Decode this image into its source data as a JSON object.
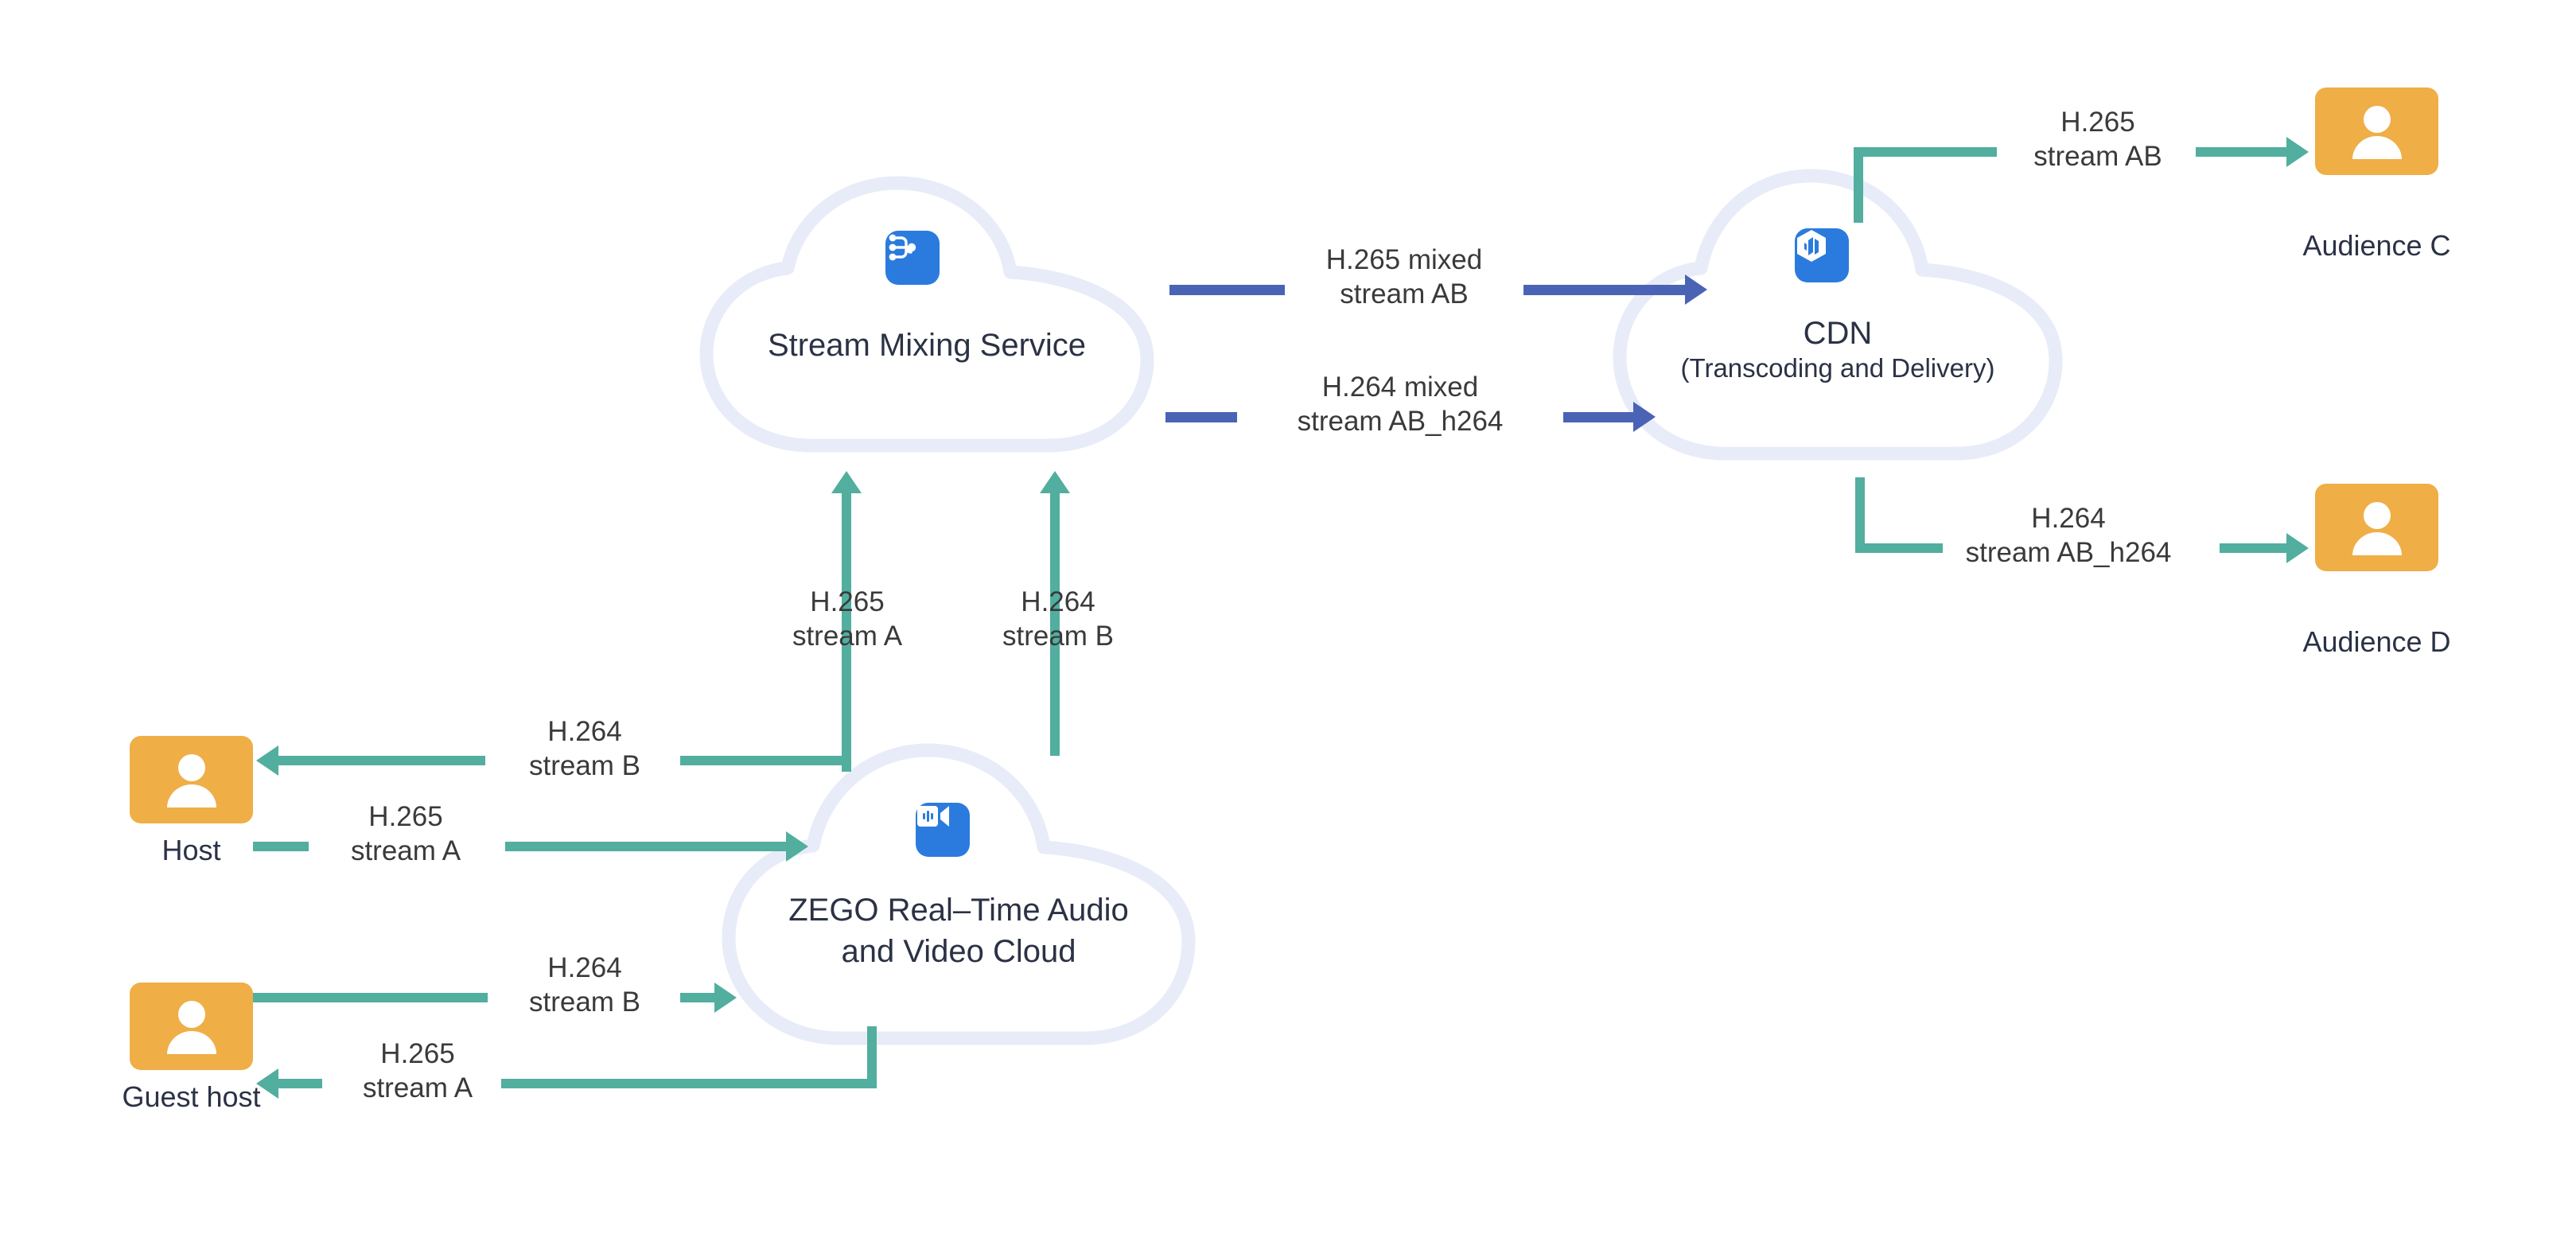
{
  "diagram": {
    "title": "ZEGO stream mixing and CDN delivery topology",
    "colors": {
      "teal_arrow": "#52ae9e",
      "blue_arrow": "#4a63b5",
      "user_tile": "#efae46",
      "cloud_stroke": "#e8ecf8",
      "service_icon": "#2b7bde",
      "text": "#2b3245",
      "background": "#ffffff"
    }
  },
  "nodes": {
    "stream_mixing": {
      "label": "Stream Mixing Service",
      "icon": "stream-mixing-icon"
    },
    "cdn": {
      "label": "CDN\n(Transcoding and Delivery)",
      "label_line1": "CDN",
      "label_line2": "(Transcoding and Delivery)",
      "icon": "cdn-cube-icon"
    },
    "zego": {
      "label": "ZEGO Real–Time Audio\nand Video Cloud",
      "label_line1": "ZEGO Real–Time Audio",
      "label_line2": "and Video Cloud",
      "icon": "video-camera-icon"
    },
    "host": {
      "label": "Host",
      "icon": "user-icon"
    },
    "guest_host": {
      "label": "Guest host",
      "icon": "user-icon"
    },
    "audience_c": {
      "label": "Audience C",
      "icon": "user-icon"
    },
    "audience_d": {
      "label": "Audience D",
      "icon": "user-icon"
    }
  },
  "edges": [
    {
      "id": "host-publish",
      "label": "H.265\nstream A",
      "from": "host",
      "to": "zego",
      "color": "#52ae9e"
    },
    {
      "id": "host-play",
      "label": "H.264\nstream B",
      "from": "zego",
      "to": "host",
      "color": "#52ae9e"
    },
    {
      "id": "guest-publish",
      "label": "H.264\nstream B",
      "from": "guest_host",
      "to": "zego",
      "color": "#52ae9e"
    },
    {
      "id": "guest-play",
      "label": "H.265\nstream A",
      "from": "zego",
      "to": "guest_host",
      "color": "#52ae9e"
    },
    {
      "id": "mix-in-a",
      "label": "H.265\nstream A",
      "from": "zego",
      "to": "stream_mixing",
      "color": "#52ae9e"
    },
    {
      "id": "mix-in-b",
      "label": "H.264\nstream B",
      "from": "zego",
      "to": "stream_mixing",
      "color": "#52ae9e"
    },
    {
      "id": "mix-out-h265",
      "label": "H.265 mixed\nstream AB",
      "from": "stream_mixing",
      "to": "cdn",
      "color": "#4a63b5"
    },
    {
      "id": "mix-out-h264",
      "label": "H.264 mixed\nstream AB_h264",
      "from": "stream_mixing",
      "to": "cdn",
      "color": "#4a63b5"
    },
    {
      "id": "cdn-to-audience-c",
      "label": "H.265\nstream AB",
      "from": "cdn",
      "to": "audience_c",
      "color": "#52ae9e"
    },
    {
      "id": "cdn-to-audience-d",
      "label": "H.264\nstream AB_h264",
      "from": "cdn",
      "to": "audience_d",
      "color": "#52ae9e"
    }
  ],
  "edge_labels": {
    "mix_out_h265": "H.265 mixed\nstream AB",
    "mix_out_h264": "H.264 mixed\nstream AB_h264",
    "mix_in_a": "H.265\nstream A",
    "mix_in_b": "H.264\nstream B",
    "cdn_c": "H.265\nstream AB",
    "cdn_d": "H.264\nstream AB_h264",
    "host_play": "H.264\nstream B",
    "host_publish": "H.265\nstream A",
    "guest_publish": "H.264\nstream B",
    "guest_play": "H.265\nstream A"
  }
}
